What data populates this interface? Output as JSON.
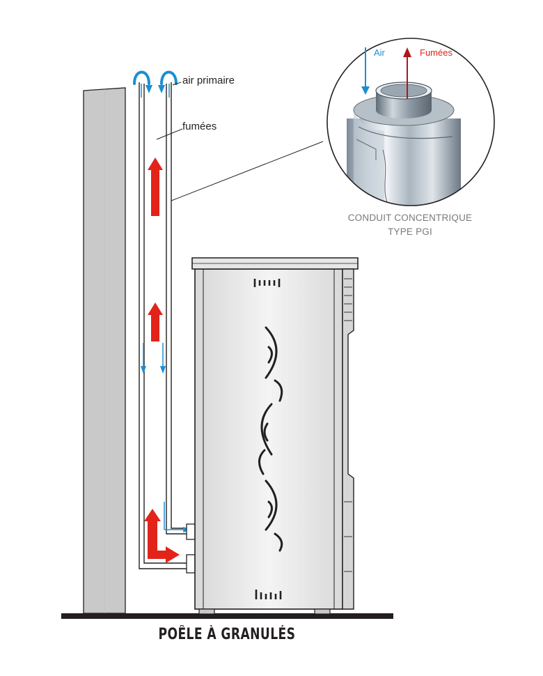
{
  "labels": {
    "air_primaire": "air primaire",
    "fumees": "fumées",
    "air": "Air",
    "fumees_inset": "Fumées",
    "conduit_line1": "CONDUIT CONCENTRIQUE",
    "conduit_line2": "TYPE PGI",
    "title": "POÊLE À GRANULÉS"
  },
  "colors": {
    "smoke_arrow": "#e2231a",
    "air_arrow": "#1b8fd2",
    "wall": "#c9c9c9",
    "stove_body": "#f2f2f2",
    "outline": "#231f20",
    "label_gray": "#7a7a7a"
  }
}
